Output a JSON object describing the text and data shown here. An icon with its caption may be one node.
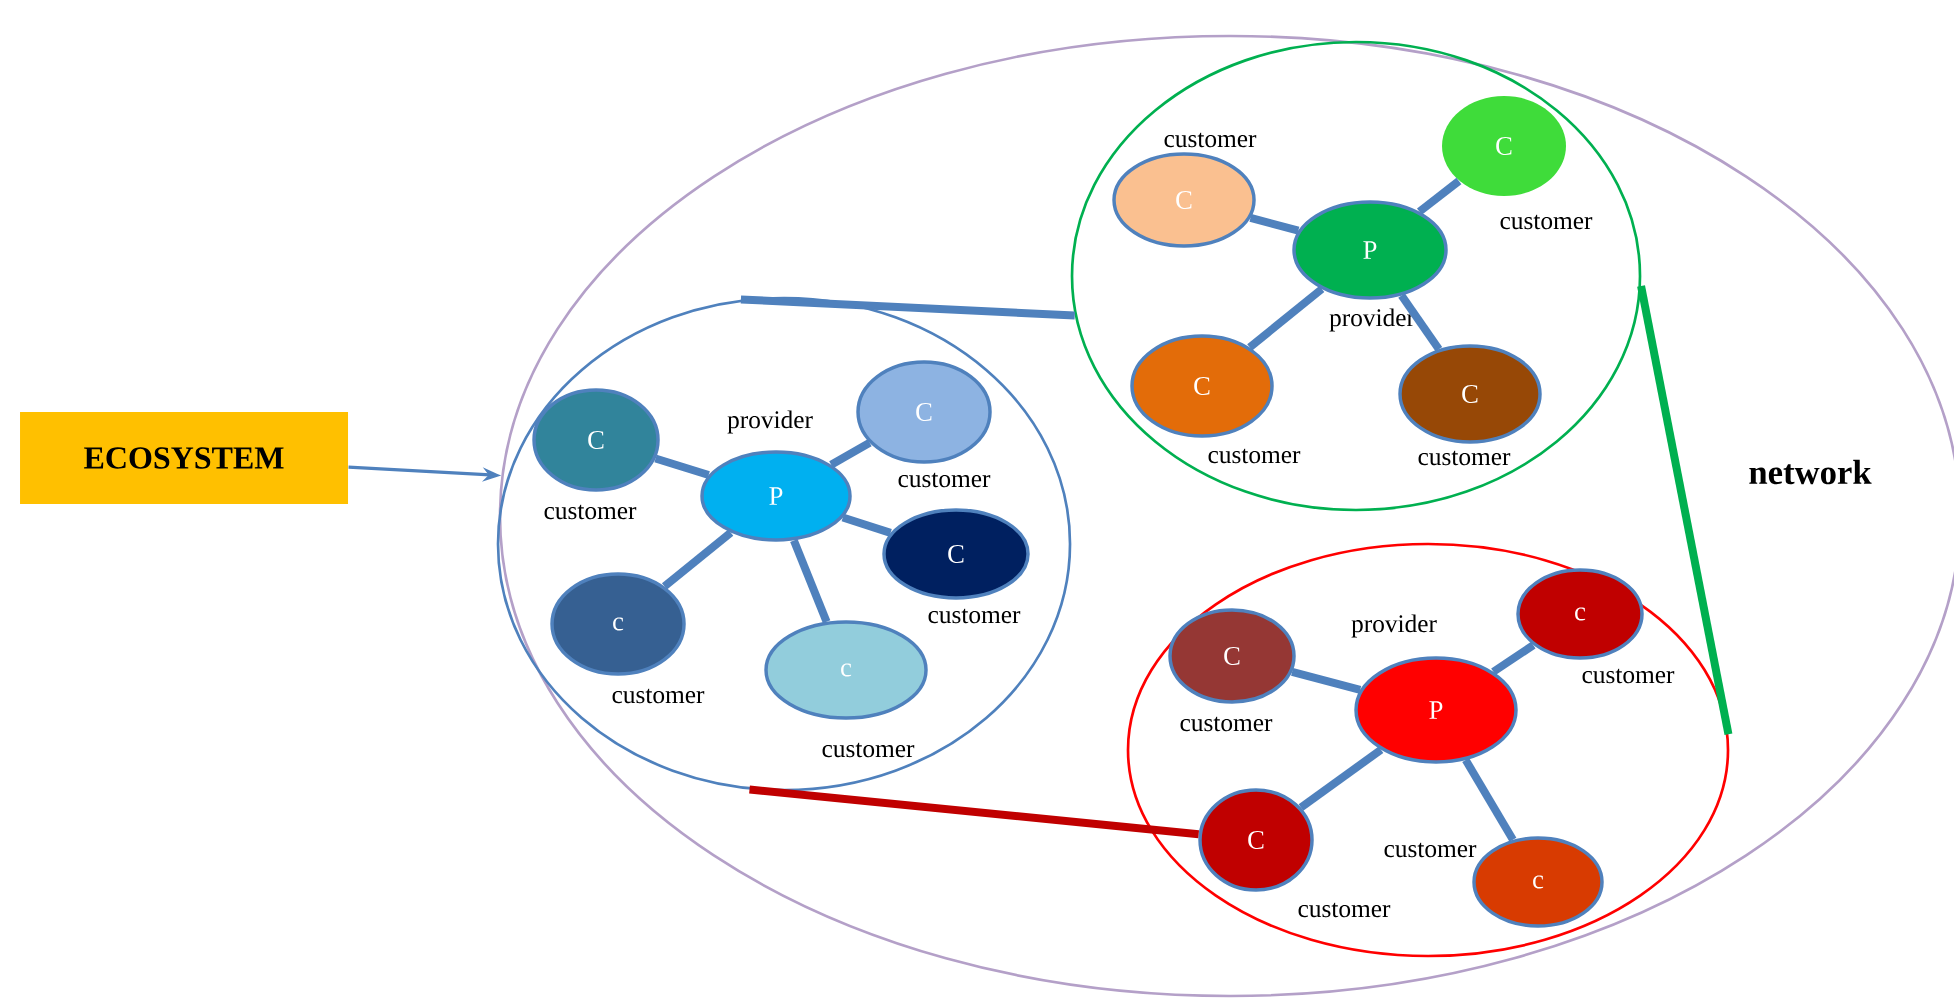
{
  "diagram": {
    "nodes": [
      {
        "text": [
          "ECOSYSTEM"
        ]
      },
      {
        "text": [
          "network"
        ]
      },
      {
        "text": [],
        "shape": "circle",
        "in": 1
      },
      {
        "text": [
          "P"
        ],
        "beside": [
          "provider"
        ],
        "in": 2
      },
      {
        "text": [
          "C"
        ],
        "beside": [
          "customer"
        ],
        "in": 2
      },
      {
        "text": [
          "C"
        ],
        "beside": [
          "customer"
        ],
        "in": 2
      },
      {
        "text": [
          "C"
        ],
        "beside": [
          "customer"
        ],
        "in": 2
      },
      {
        "text": [
          "c"
        ],
        "beside": [
          "customer"
        ],
        "in": 2
      },
      {
        "text": [
          "c"
        ],
        "beside": [
          "customer"
        ],
        "in": 2
      },
      {
        "text": [],
        "shape": "circle",
        "in": 1
      },
      {
        "text": [
          "P"
        ],
        "beside": [
          "provider"
        ],
        "in": 9
      },
      {
        "text": [
          "C"
        ],
        "beside": [
          "customer"
        ],
        "in": 9
      },
      {
        "text": [
          "C"
        ],
        "beside": [
          "customer"
        ],
        "in": 9
      },
      {
        "text": [
          "C"
        ],
        "beside": [
          "customer"
        ],
        "in": 9
      },
      {
        "text": [
          "C"
        ],
        "beside": [
          "customer"
        ],
        "in": 9
      },
      {
        "text": [],
        "shape": "circle",
        "in": 1
      },
      {
        "text": [
          "P"
        ],
        "beside": [
          "provider"
        ],
        "in": 15
      },
      {
        "text": [
          "C"
        ],
        "beside": [
          "customer"
        ],
        "in": 15
      },
      {
        "text": [
          "c"
        ],
        "beside": [
          "customer"
        ],
        "in": 15
      },
      {
        "text": [
          "C"
        ],
        "beside": [
          "customer"
        ],
        "in": 15
      },
      {
        "text": [
          "c"
        ],
        "beside": [
          "customer"
        ],
        "in": 15
      }
    ],
    "edges": [
      {
        "from": 0,
        "to": 1,
        "arrow": "to"
      },
      {
        "from": 2,
        "to": 9,
        "arrow": "none"
      },
      {
        "from": 2,
        "to": 19,
        "arrow": "none",
        "color": "#c00000"
      },
      {
        "from": 9,
        "to": 15,
        "arrow": "none",
        "color": "#00b050"
      },
      {
        "from": 3,
        "to": 4,
        "arrow": "none"
      },
      {
        "from": 3,
        "to": 5,
        "arrow": "none"
      },
      {
        "from": 3,
        "to": 6,
        "arrow": "none"
      },
      {
        "from": 3,
        "to": 7,
        "arrow": "none"
      },
      {
        "from": 3,
        "to": 8,
        "arrow": "none"
      },
      {
        "from": 10,
        "to": 11,
        "arrow": "none"
      },
      {
        "from": 10,
        "to": 12,
        "arrow": "none"
      },
      {
        "from": 10,
        "to": 13,
        "arrow": "none"
      },
      {
        "from": 10,
        "to": 14,
        "arrow": "none"
      },
      {
        "from": 16,
        "to": 17,
        "arrow": "none"
      },
      {
        "from": 16,
        "to": 18,
        "arrow": "none"
      },
      {
        "from": 16,
        "to": 19,
        "arrow": "none"
      },
      {
        "from": 16,
        "to": 20,
        "arrow": "none"
      }
    ]
  }
}
